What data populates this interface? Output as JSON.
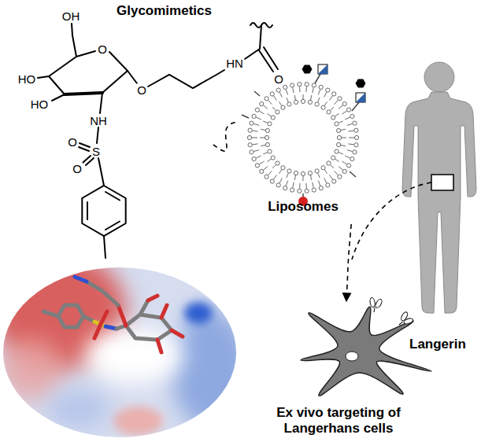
{
  "diagram": {
    "nodes": [
      {
        "text": [
          "Glycomimetics"
        ]
      },
      {
        "text": [
          "Liposomes"
        ]
      },
      {
        "text": [
          "Langerin",
          "Ex vivo targeting of Langerhans cells"
        ]
      }
    ],
    "edges": [
      {
        "from": 0,
        "to": 1,
        "arrow": "none"
      },
      {
        "from": 1,
        "to": 2,
        "arrow": "to"
      }
    ],
    "labels": [
      "OH",
      "O",
      "HN",
      "O",
      "HO",
      "O",
      "HO",
      "NH",
      "O",
      "S",
      "O"
    ]
  }
}
